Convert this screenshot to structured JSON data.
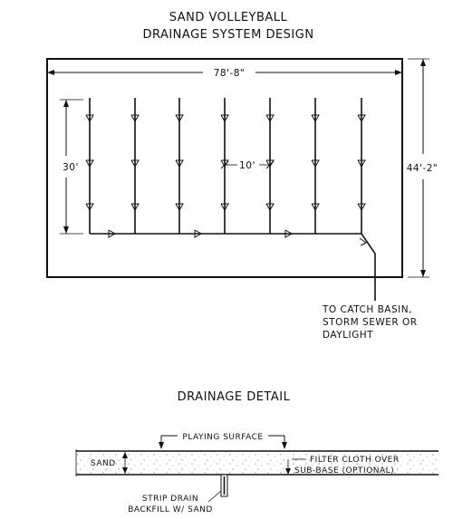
{
  "title_line1": "SAND VOLLEYBALL",
  "title_line2": "DRAINAGE SYSTEM DESIGN",
  "plan": {
    "width_dim": "78'-8\"",
    "height_dim": "44'-2\"",
    "lateral_length_dim": "30'",
    "spacing_dim": "10'",
    "outlet_line1": "TO CATCH BASIN,",
    "outlet_line2": "STORM SEWER OR",
    "outlet_line3": "DAYLIGHT"
  },
  "detail": {
    "title": "DRAINAGE DETAIL",
    "playing_surface": "PLAYING SURFACE",
    "sand": "SAND",
    "filter_line1": "FILTER CLOTH OVER",
    "filter_line2": "SUB-BASE (OPTIONAL)",
    "drain_line1": "STRIP DRAIN",
    "drain_line2": "BACKFILL W/ SAND"
  }
}
